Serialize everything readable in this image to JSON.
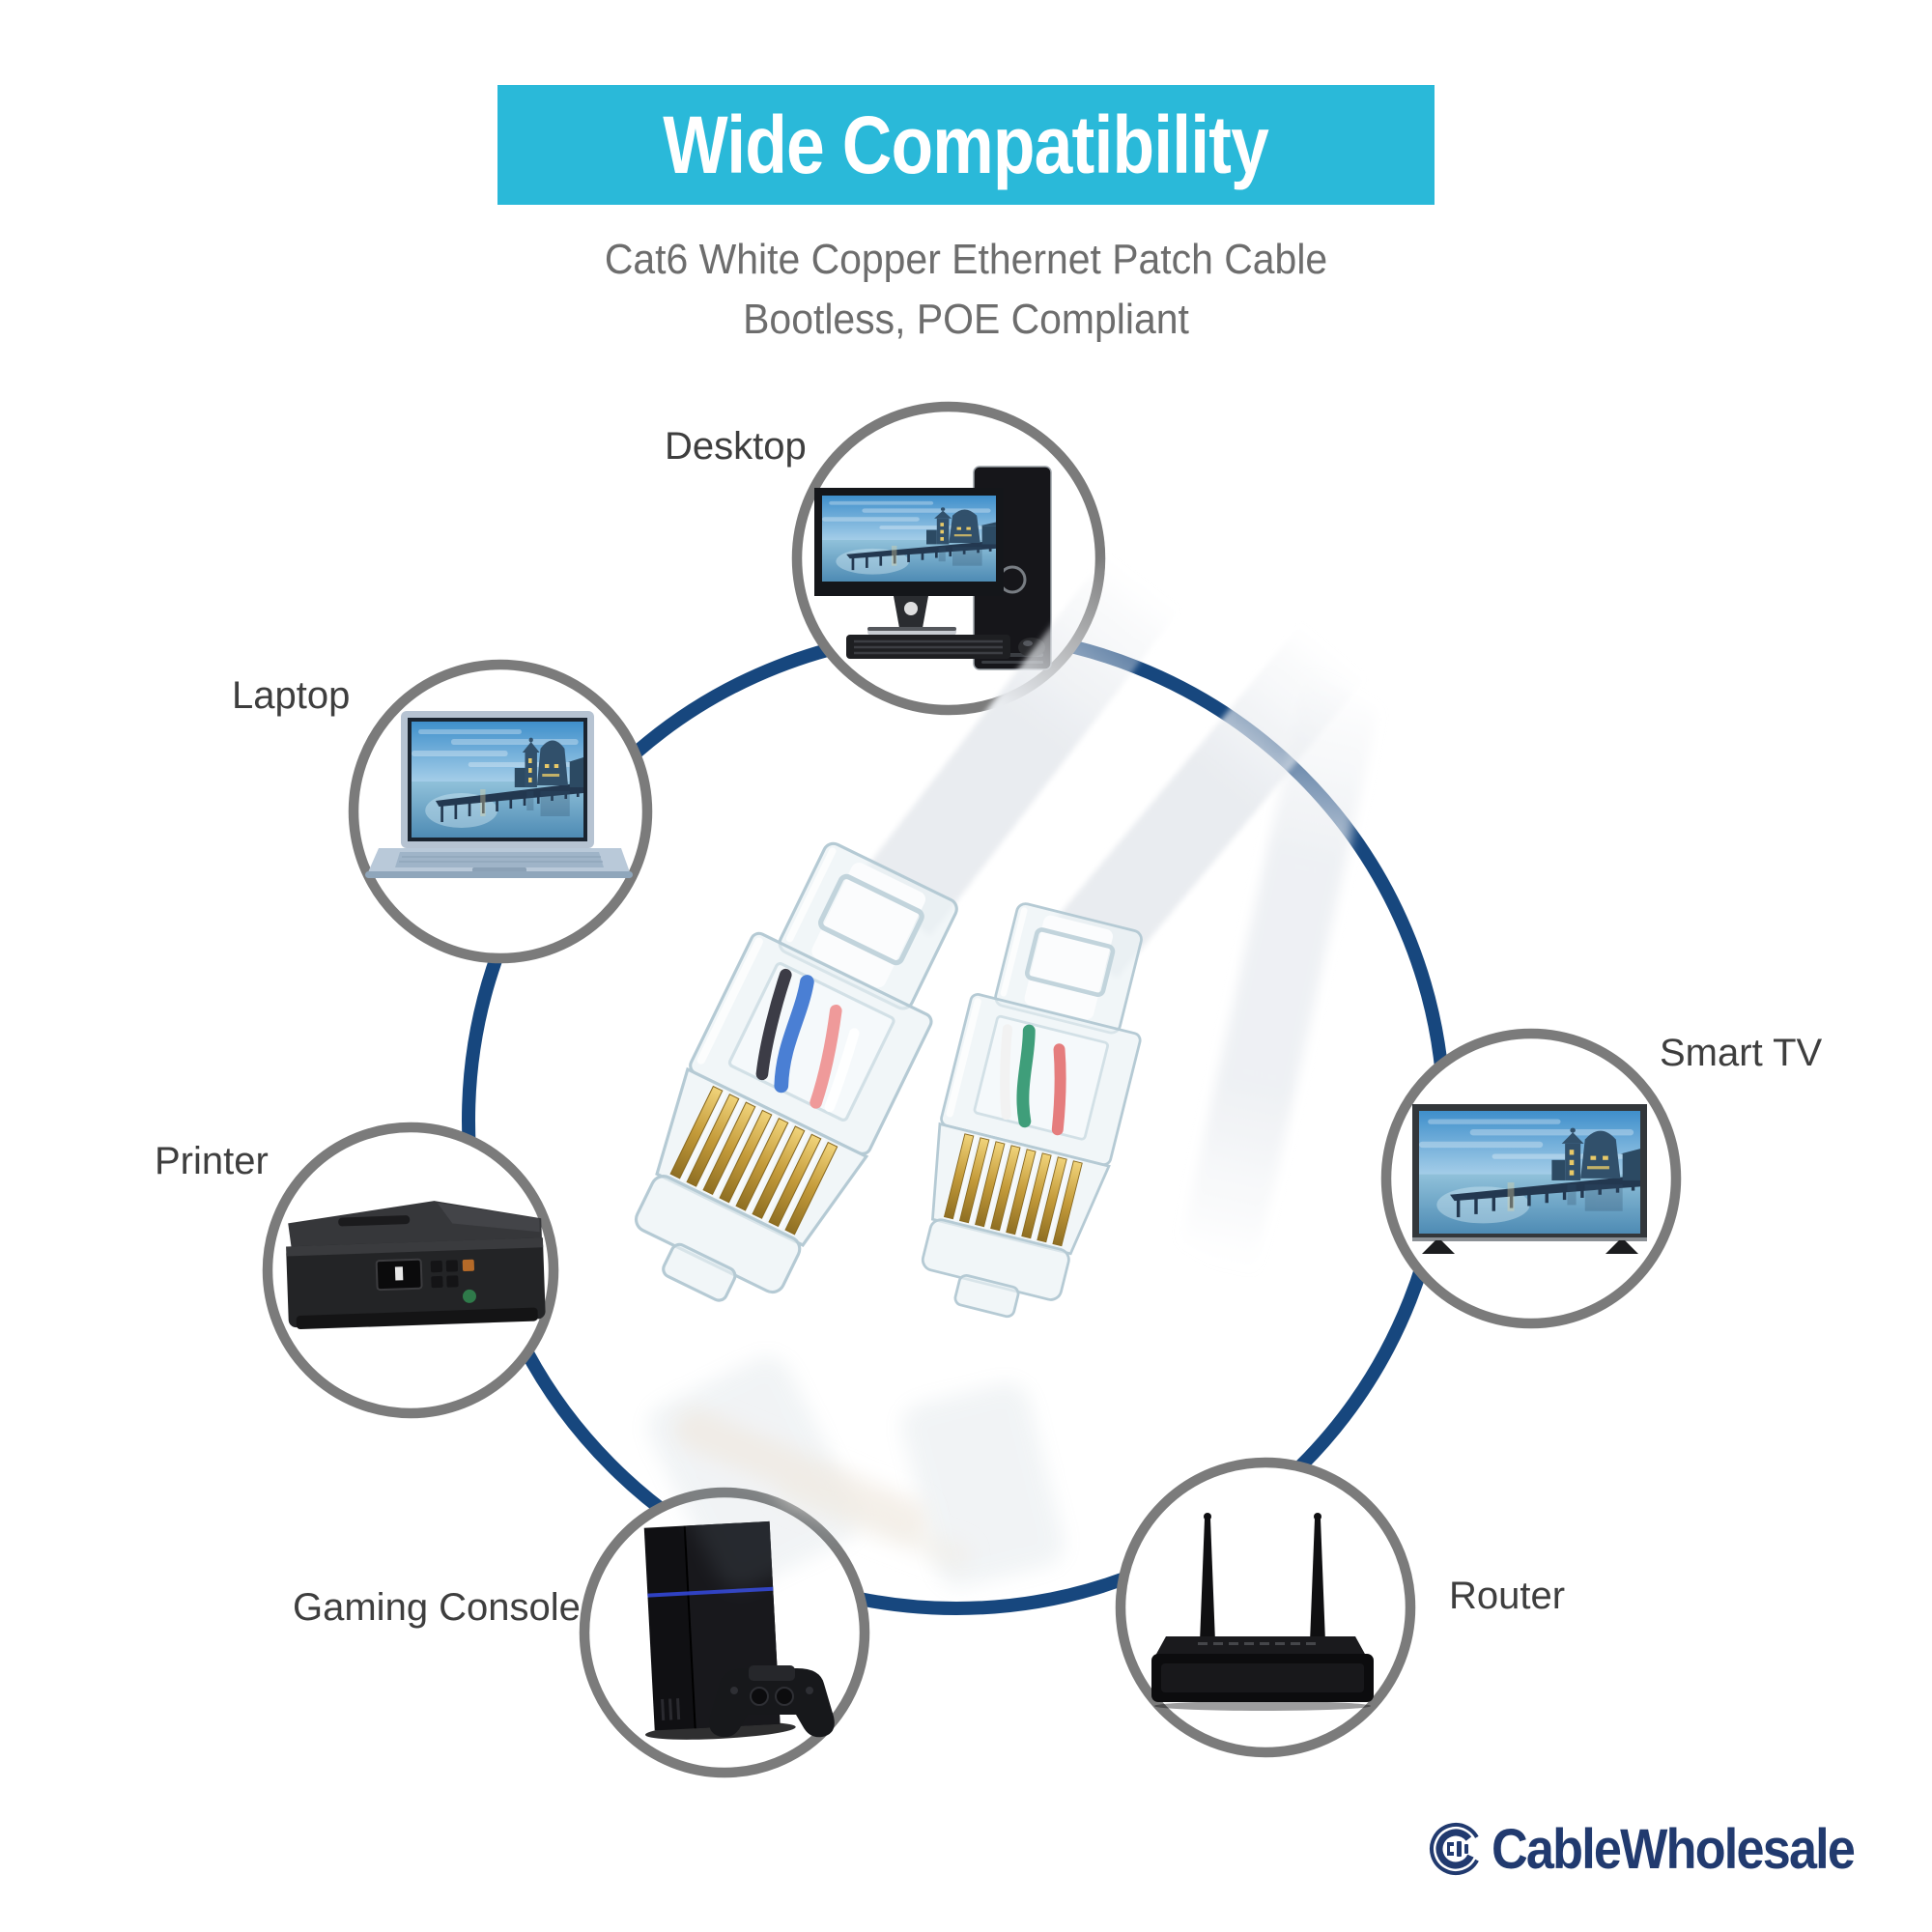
{
  "banner": {
    "title": "Wide Compatibility"
  },
  "subtitle": {
    "line1": "Cat6 White Copper Ethernet Patch Cable",
    "line2": "Bootless, POE Compliant"
  },
  "devices": [
    {
      "id": "desktop",
      "label": "Desktop"
    },
    {
      "id": "laptop",
      "label": "Laptop"
    },
    {
      "id": "printer",
      "label": "Printer"
    },
    {
      "id": "gaming-console",
      "label": "Gaming Console"
    },
    {
      "id": "router",
      "label": "Router"
    },
    {
      "id": "smart-tv",
      "label": "Smart TV"
    }
  ],
  "center_product": "Cat6 white patch cable with two clear RJ45 connectors",
  "logo": {
    "text": "CableWholesale"
  },
  "colors": {
    "banner-bg": "#2ab9d9",
    "ring-navy": "#17477e",
    "ring-gray": "#7b7b7b",
    "label-color": "#3e3e3e",
    "subtitle-color": "#6d6d6d",
    "logo-color": "#213a6f"
  }
}
